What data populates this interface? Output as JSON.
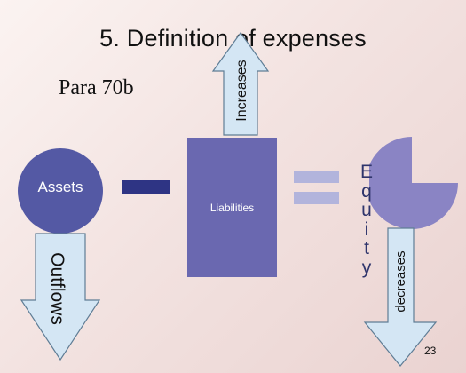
{
  "slide": {
    "title": "5. Definition of expenses",
    "subtitle": "Para 70b",
    "page_number": "23"
  },
  "diagram": {
    "assets_label": "Assets",
    "liabilities_label": "Liabilities",
    "equity_letters": [
      "E",
      "q",
      "u",
      "i",
      "t",
      "y"
    ],
    "increases_arrow_label": "Increases",
    "outflows_arrow_label": "Outflows",
    "decreases_arrow_label": "decreases"
  },
  "colors": {
    "assets": "#5459a4",
    "minus": "#2e3484",
    "liabilities": "#6a68b0",
    "equals": "#b2b4dc",
    "equity": "#8a84c4",
    "arrow_fill": "#d4e6f4",
    "arrow_stroke": "#5f7d95"
  }
}
